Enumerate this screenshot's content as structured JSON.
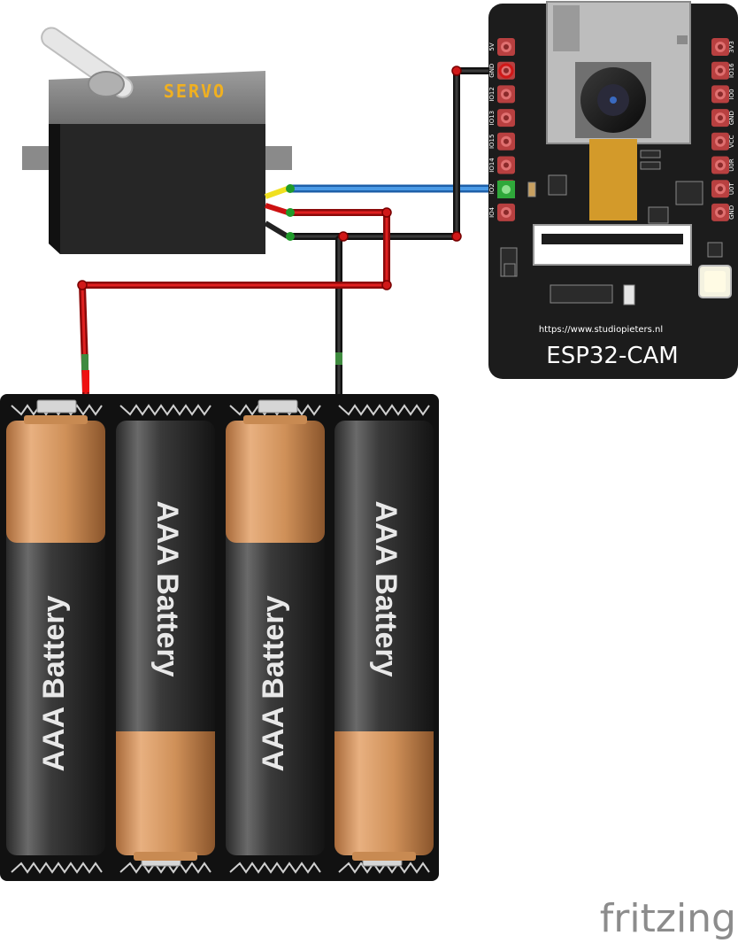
{
  "servo": {
    "label": "SERVO"
  },
  "esp32": {
    "name": "ESP32-CAM",
    "url": "https://www.studiopieters.nl",
    "left_pins": [
      "5V",
      "GND",
      "IO12",
      "IO13",
      "IO15",
      "IO14",
      "IO2",
      "IO4"
    ],
    "right_pins": [
      "3V3",
      "IO16",
      "IO0",
      "GND",
      "VCC",
      "U0R",
      "U0T",
      "GND"
    ]
  },
  "battery_pack": {
    "cells": [
      {
        "label": "AAA Battery",
        "orientation": "up"
      },
      {
        "label": "AAA Battery",
        "orientation": "down"
      },
      {
        "label": "AAA Battery",
        "orientation": "up"
      },
      {
        "label": "AAA Battery",
        "orientation": "down"
      }
    ]
  },
  "watermark": {
    "text": "fritzing"
  },
  "colors": {
    "wire_power": "#cc1111",
    "wire_ground": "#222222",
    "wire_signal": "#3a86d4",
    "board": "#1c1c1c",
    "pin_pad": "#c24a4a",
    "servo_label": "#f0b020",
    "battery_copper": "#cf9058"
  }
}
